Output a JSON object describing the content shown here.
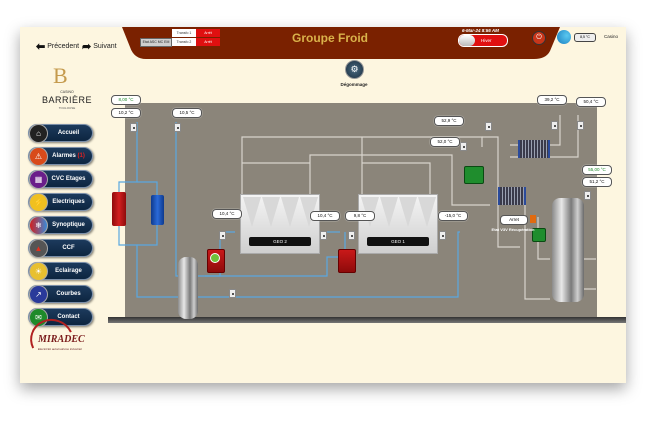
{
  "header": {
    "title": "Groupe Froid",
    "datetime": "6-Mar-24 8:56 AM",
    "nav": {
      "previous": "Précedent",
      "next": "Suivant"
    },
    "etat_button": "Etat ASC MC EM",
    "transformers": [
      {
        "name": "Transfo 1",
        "status": "Arrêt"
      },
      {
        "name": "Transfo 2",
        "status": "Arrêt"
      }
    ],
    "season_toggle": {
      "label": "Hiver",
      "state": "on"
    },
    "outside_temp": "8,5 °C",
    "site_label": "Casino",
    "colors": {
      "band": "#7a2100",
      "title": "#d9b24a",
      "alarm": "#e01010"
    }
  },
  "logo": {
    "monogram": "B",
    "top": "CASINO",
    "name": "BARRIÈRE",
    "city": "TOULOUSE"
  },
  "sidebar": {
    "items": [
      {
        "label": "Accueil",
        "icon": "home-icon"
      },
      {
        "label": "Alarmes",
        "count": "(1)",
        "icon": "alarm-icon"
      },
      {
        "label": "CVC Etages",
        "icon": "building-icon"
      },
      {
        "label": "Electriques",
        "icon": "lightning-icon"
      },
      {
        "label": "Synoptique",
        "icon": "synoptic-icon"
      },
      {
        "label": "CCF",
        "icon": "fire-icon"
      },
      {
        "label": "Eclairage",
        "icon": "bulb-icon"
      },
      {
        "label": "Courbes",
        "icon": "chart-icon"
      },
      {
        "label": "Contact",
        "icon": "chat-icon"
      }
    ]
  },
  "footer_logo": {
    "name": "MIRADEC",
    "tagline": "Electricité automatisme industriel"
  },
  "degommage": {
    "label": "Dégommage"
  },
  "synoptic": {
    "temps": {
      "setpoint_left": "8,00 °C",
      "left_1": "10,2 °C",
      "left_2": "10,5 °C",
      "geo2_in": "10,4 °C",
      "geo2_out": "10,4 °C",
      "geo1_in": "9,8 °C",
      "geo1_out": "-15,0 °C",
      "hot_1": "52,9 °C",
      "hot_2": "52,0 °C",
      "top_right_1": "39,2 °C",
      "top_right_2": "50,4 °C",
      "setpoint_right": "55,00 °C",
      "tank_right": "51,2 °C"
    },
    "chillers": [
      {
        "name": "GEO 2"
      },
      {
        "name": "GEO 1"
      }
    ],
    "v3v": {
      "button": "Arret",
      "label": "Etat V3V Récupération"
    }
  }
}
